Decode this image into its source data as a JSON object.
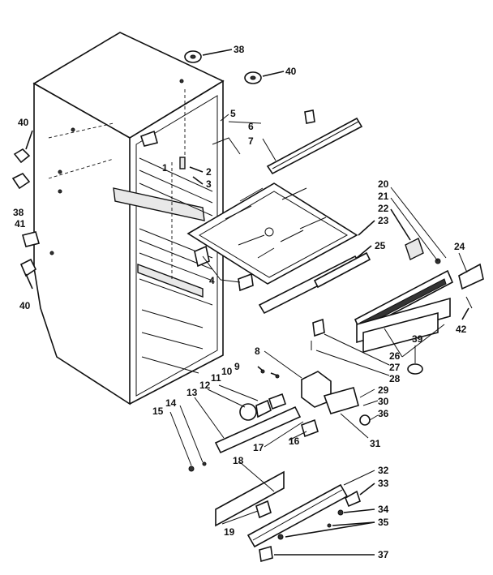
{
  "callouts": [
    {
      "id": "c1",
      "text": "1"
    },
    {
      "id": "c2",
      "text": "2"
    },
    {
      "id": "c3",
      "text": "3"
    },
    {
      "id": "c4",
      "text": "4"
    },
    {
      "id": "c5",
      "text": "5"
    },
    {
      "id": "c6",
      "text": "6"
    },
    {
      "id": "c7",
      "text": "7"
    },
    {
      "id": "c8",
      "text": "8"
    },
    {
      "id": "c9",
      "text": "9"
    },
    {
      "id": "c10",
      "text": "10"
    },
    {
      "id": "c11",
      "text": "11"
    },
    {
      "id": "c12",
      "text": "12"
    },
    {
      "id": "c13",
      "text": "13"
    },
    {
      "id": "c14",
      "text": "14"
    },
    {
      "id": "c15",
      "text": "15"
    },
    {
      "id": "c16",
      "text": "16"
    },
    {
      "id": "c17",
      "text": "17"
    },
    {
      "id": "c18",
      "text": "18"
    },
    {
      "id": "c19",
      "text": "19"
    },
    {
      "id": "c20",
      "text": "20"
    },
    {
      "id": "c21",
      "text": "21"
    },
    {
      "id": "c22",
      "text": "22"
    },
    {
      "id": "c23",
      "text": "23"
    },
    {
      "id": "c24",
      "text": "24"
    },
    {
      "id": "c25",
      "text": "25"
    },
    {
      "id": "c26",
      "text": "26"
    },
    {
      "id": "c27",
      "text": "27"
    },
    {
      "id": "c28",
      "text": "28"
    },
    {
      "id": "c29",
      "text": "29"
    },
    {
      "id": "c30",
      "text": "30"
    },
    {
      "id": "c31",
      "text": "31"
    },
    {
      "id": "c32",
      "text": "32"
    },
    {
      "id": "c33",
      "text": "33"
    },
    {
      "id": "c34",
      "text": "34"
    },
    {
      "id": "c35",
      "text": "35"
    },
    {
      "id": "c36",
      "text": "36"
    },
    {
      "id": "c37",
      "text": "37"
    },
    {
      "id": "c38a",
      "text": "38"
    },
    {
      "id": "c38b",
      "text": "38"
    },
    {
      "id": "c39",
      "text": "39"
    },
    {
      "id": "c40a",
      "text": "40"
    },
    {
      "id": "c40b",
      "text": "40"
    },
    {
      "id": "c40c",
      "text": "40"
    },
    {
      "id": "c41",
      "text": "41"
    },
    {
      "id": "c42",
      "text": "42"
    }
  ]
}
